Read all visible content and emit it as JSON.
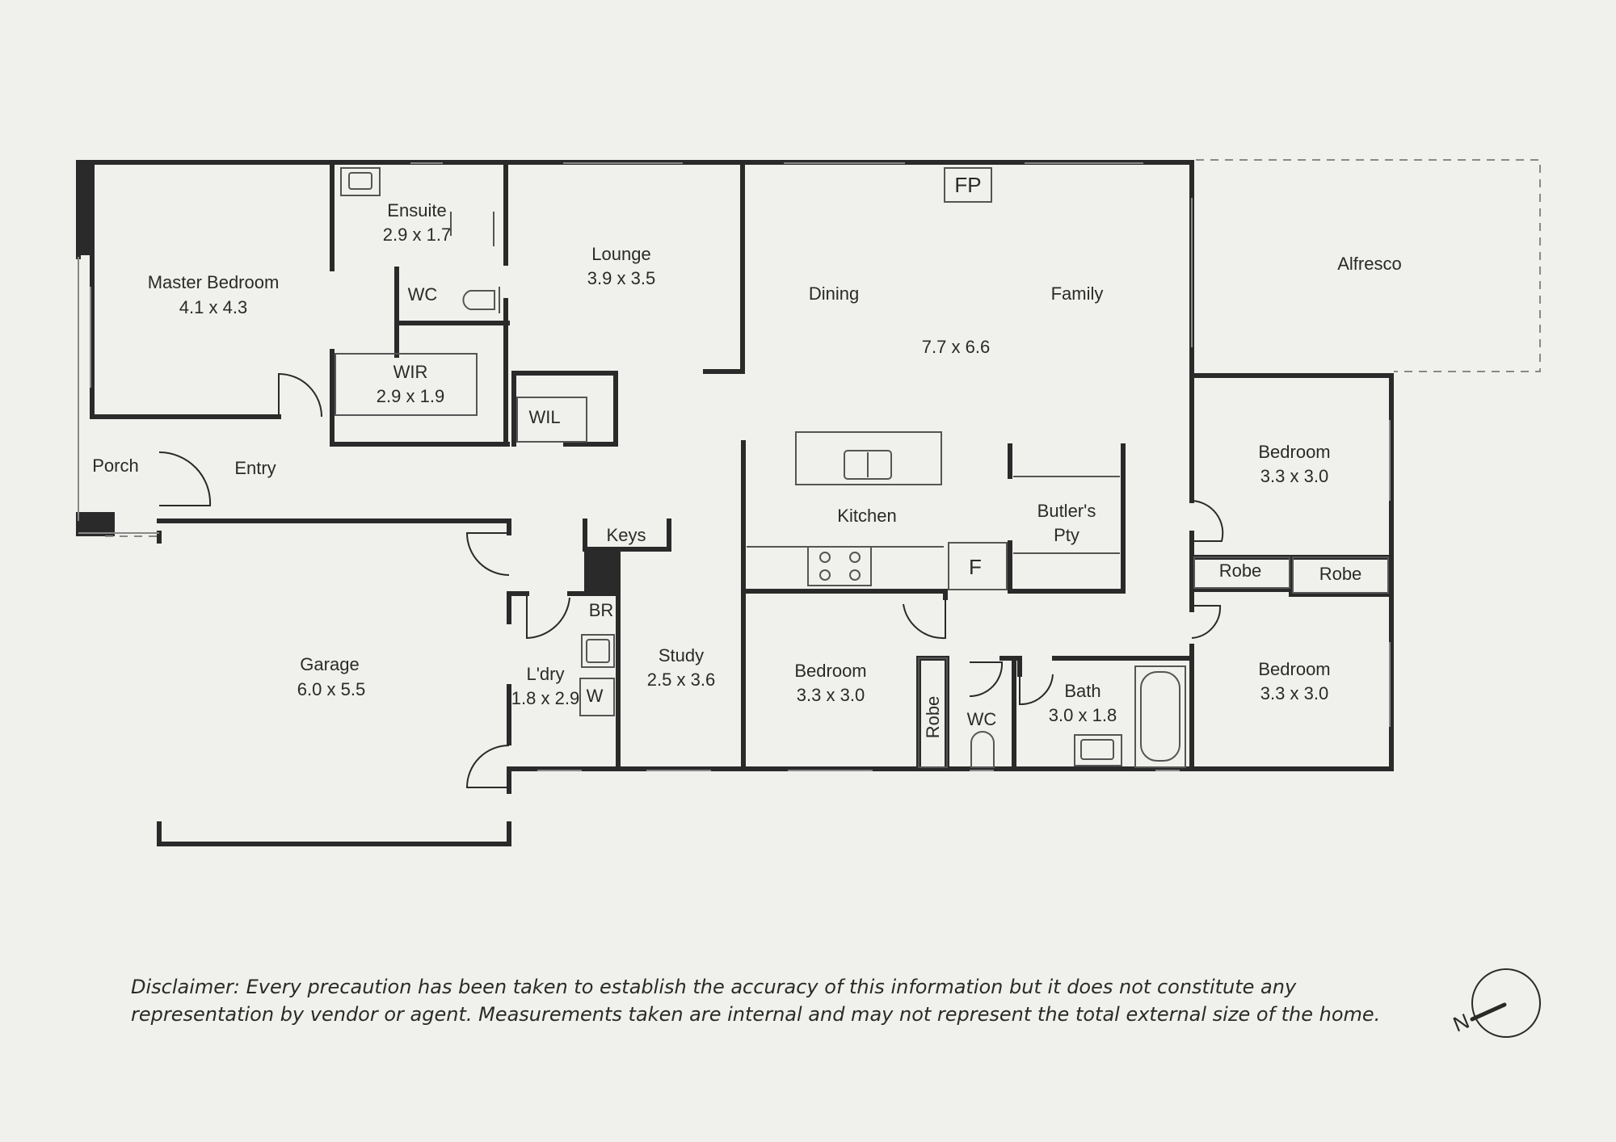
{
  "rooms": {
    "master_bedroom": {
      "name": "Master Bedroom",
      "size": "4.1 x 4.3"
    },
    "ensuite": {
      "name": "Ensuite",
      "size": "2.9 x 1.7"
    },
    "wc_ensuite": {
      "name": "WC"
    },
    "wir": {
      "name": "WIR",
      "size": "2.9 x 1.9"
    },
    "lounge": {
      "name": "Lounge",
      "size": "3.9 x 3.5"
    },
    "wil": {
      "name": "WIL"
    },
    "dining": {
      "name": "Dining"
    },
    "family": {
      "name": "Family"
    },
    "living_size": {
      "size": "7.7 x 6.6"
    },
    "fp": {
      "name": "FP"
    },
    "alfresco": {
      "name": "Alfresco"
    },
    "porch": {
      "name": "Porch"
    },
    "entry": {
      "name": "Entry"
    },
    "kitchen": {
      "name": "Kitchen"
    },
    "butlers": {
      "name1": "Butler's",
      "name2": "Pty"
    },
    "fridge": {
      "name": "F"
    },
    "keys": {
      "name": "Keys"
    },
    "br": {
      "name": "BR"
    },
    "garage": {
      "name": "Garage",
      "size": "6.0 x 5.5"
    },
    "laundry": {
      "name": "L'dry",
      "size": "1.8 x 2.9"
    },
    "washer": {
      "name": "W"
    },
    "study": {
      "name": "Study",
      "size": "2.5 x 3.6"
    },
    "bedroom_mid": {
      "name": "Bedroom",
      "size": "3.3 x 3.0"
    },
    "robe_mid": {
      "name": "Robe"
    },
    "wc_main": {
      "name": "WC"
    },
    "bath": {
      "name": "Bath",
      "size": "3.0 x 1.8"
    },
    "bedroom_ne": {
      "name": "Bedroom",
      "size": "3.3 x 3.0"
    },
    "robe_a": {
      "name": "Robe"
    },
    "robe_b": {
      "name": "Robe"
    },
    "bedroom_se": {
      "name": "Bedroom",
      "size": "3.3 x 3.0"
    }
  },
  "compass": {
    "label": "N"
  },
  "disclaimer": "Disclaimer: Every precaution has been taken to establish the accuracy of this information but it does not constitute any representation by vendor or agent. Measurements taken are internal and may not represent the total external size of the home.",
  "colors": {
    "background": "#f0f0ec",
    "wall": "#2a2a2a",
    "fixture": "#555555"
  }
}
